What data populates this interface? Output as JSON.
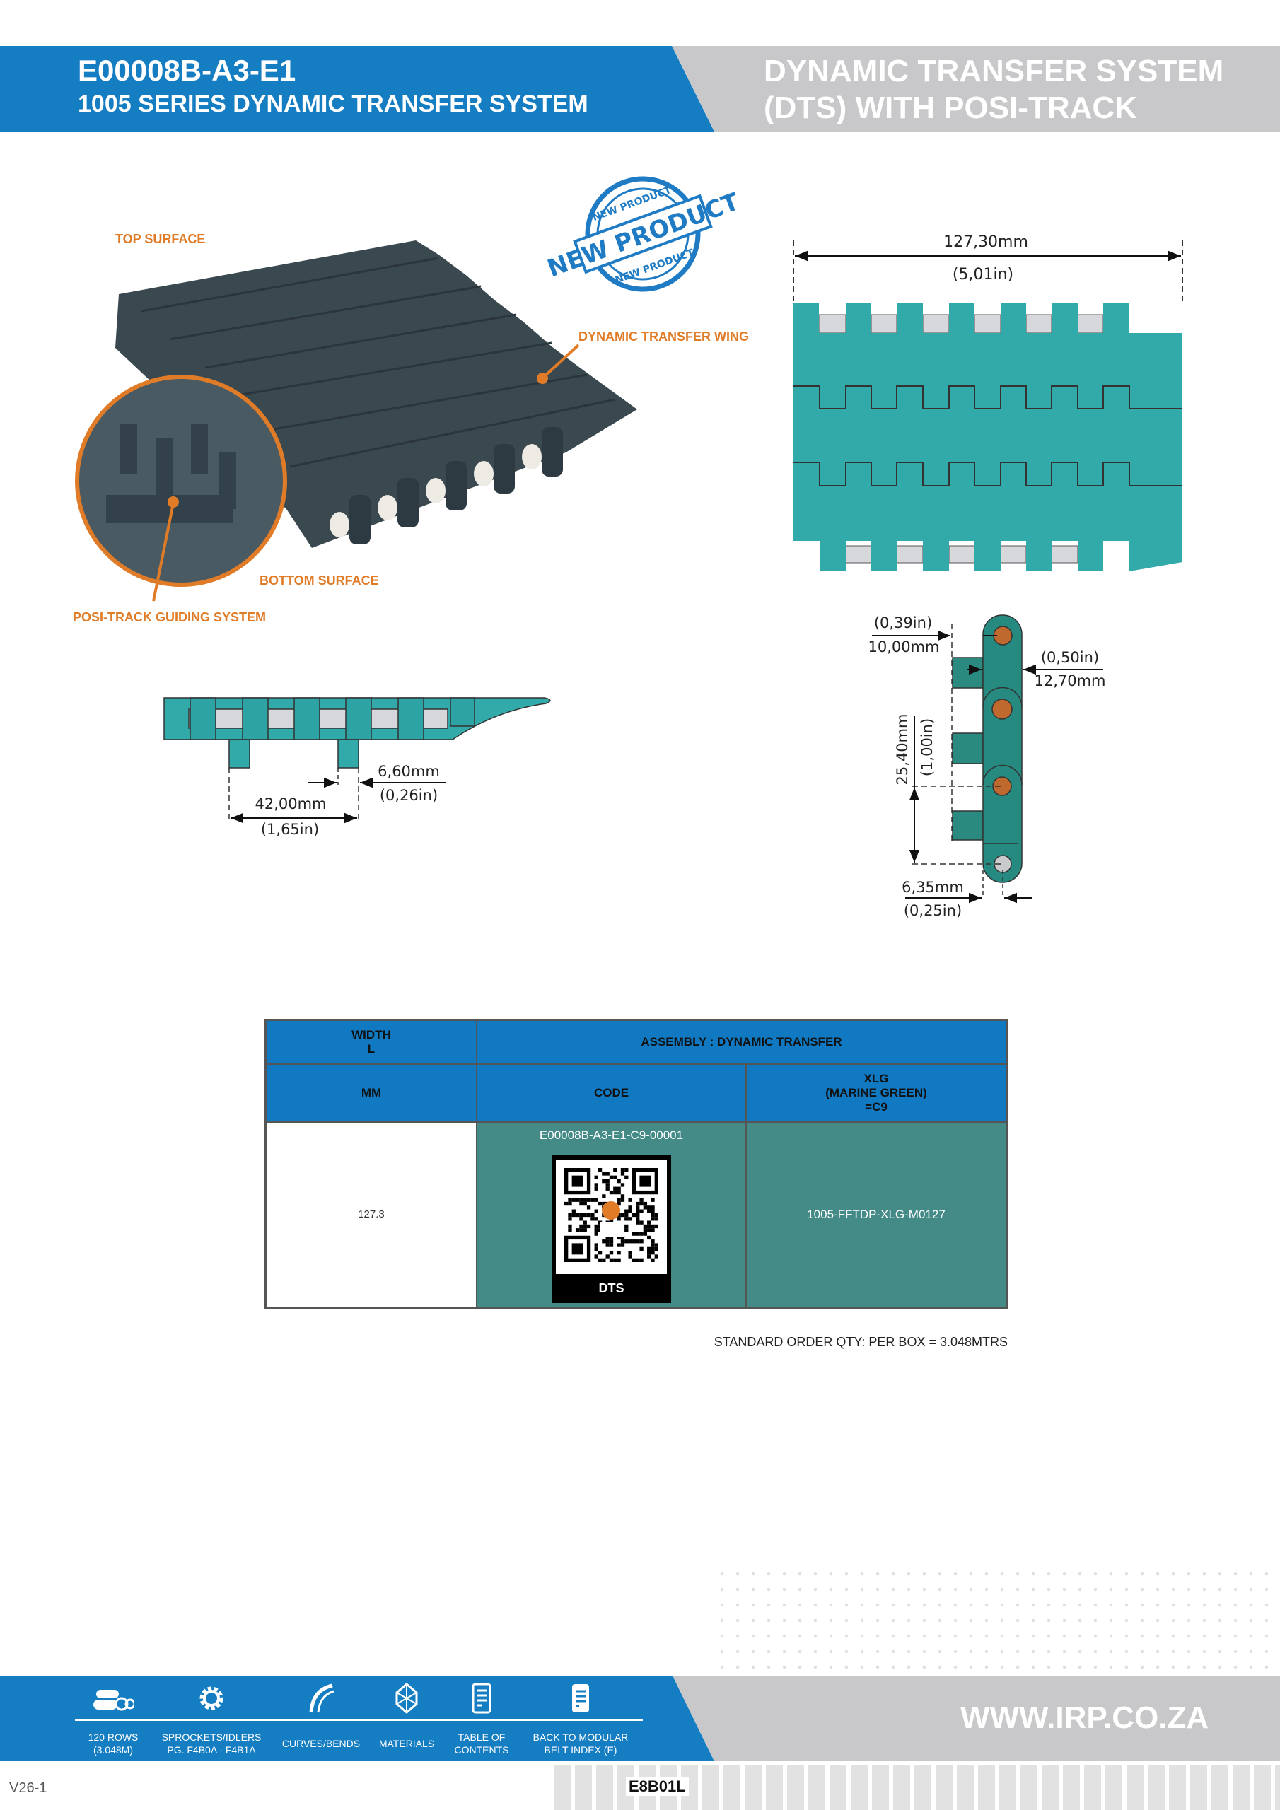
{
  "header": {
    "code": "E00008B-A3-E1",
    "series": "1005 SERIES DYNAMIC TRANSFER SYSTEM",
    "title_line1": "DYNAMIC TRANSFER SYSTEM",
    "title_line2": "(DTS) WITH POSI-TRACK"
  },
  "photo": {
    "labels": {
      "top_surface": "TOP SURFACE",
      "transfer_wing": "DYNAMIC TRANSFER WING",
      "bottom_surface": "BOTTOM SURFACE",
      "posi_track": "POSI-TRACK GUIDING SYSTEM"
    },
    "stamp": {
      "main": "NEW PRODUCT",
      "ring_top": "NEW PRODUCT",
      "ring_bottom": "NEW PRODUCT"
    }
  },
  "dimensions": {
    "width_mm": "127,30mm",
    "width_in": "(5,01in)",
    "gap_mm": "6,60mm",
    "gap_in": "(0,26in)",
    "track_mm": "42,00mm",
    "track_in": "(1,65in)",
    "offset_in": "(0,39in)",
    "offset_mm": "10,00mm",
    "thick_in": "(0,50in)",
    "thick_mm": "12,70mm",
    "pitch_mm": "25,40mm",
    "pitch_in": "(1,00in)",
    "pin_mm": "6,35mm",
    "pin_in": "(0,25in)"
  },
  "table": {
    "width_header": "WIDTH",
    "width_sub": "L",
    "assembly_header": "ASSEMBLY : DYNAMIC TRANSFER",
    "mm_header": "MM",
    "code_header": "CODE",
    "color_header_1": "XLG",
    "color_header_2": "(MARINE GREEN)",
    "color_header_3": "=C9",
    "row": {
      "mm": "127.3",
      "code": "E00008B-A3-E1-C9-00001",
      "qr_label": "DTS",
      "part": "1005-FFTDP-XLG-M0127"
    }
  },
  "standard_order": "STANDARD ORDER QTY: PER BOX = 3.048MTRS",
  "footer": {
    "nav": [
      {
        "line1": "120 ROWS",
        "line2": "(3.048M)",
        "icon": "rolls-icon"
      },
      {
        "line1": "SPROCKETS/IDLERS",
        "line2": "PG.  F4B0A - F4B1A",
        "icon": "gear-icon"
      },
      {
        "line1": "CURVES/BENDS",
        "line2": "",
        "icon": "curve-icon"
      },
      {
        "line1": "MATERIALS",
        "line2": "",
        "icon": "molecule-icon"
      },
      {
        "line1": "TABLE OF",
        "line2": "CONTENTS",
        "icon": "document-icon"
      },
      {
        "line1": "BACK TO MODULAR",
        "line2": "BELT INDEX (E)",
        "icon": "index-icon"
      }
    ],
    "url": "WWW.IRP.CO.ZA",
    "version": "V26-1",
    "page_code": "E8B01L"
  },
  "colors": {
    "brand_blue": "#157DC2",
    "teal": "#33AAAA",
    "orange": "#E07B28",
    "table_teal": "#448A87"
  }
}
